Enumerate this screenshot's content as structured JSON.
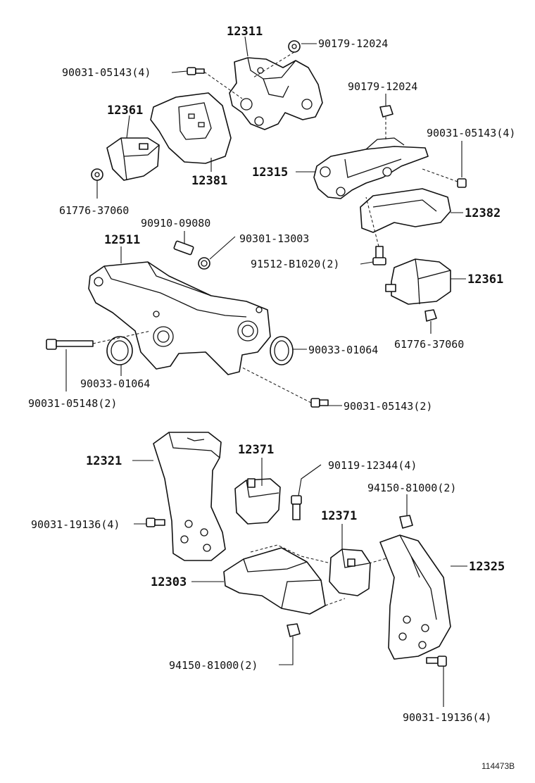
{
  "labels": {
    "p12311": "12311",
    "p90179_top": "90179-12024",
    "p90031_05143_top": "90031-05143(4)",
    "p12361_top": "12361",
    "p12381": "12381",
    "p61776_top": "61776-37060",
    "p90179_mid": "90179-12024",
    "p90031_05143_mid": "90031-05143(4)",
    "p12315": "12315",
    "p12382": "12382",
    "p90910": "90910-09080",
    "p90301": "90301-13003",
    "p12511": "12511",
    "p91512": "91512-B1020(2)",
    "p12361_mid": "12361",
    "p61776_mid": "61776-37060",
    "p90033_right": "90033-01064",
    "p90033_left": "90033-01064",
    "p90031_05148": "90031-05148(2)",
    "p90031_05143_bot": "90031-05143(2)",
    "p12321": "12321",
    "p12371_left": "12371",
    "p90119": "90119-12344(4)",
    "p94150_top": "94150-81000(2)",
    "p90031_19136_left": "90031-19136(4)",
    "p12371_right": "12371",
    "p12325": "12325",
    "p12303": "12303",
    "p94150_bot": "94150-81000(2)",
    "p90031_19136_right": "90031-19136(4)"
  },
  "ref_code": "114473B"
}
